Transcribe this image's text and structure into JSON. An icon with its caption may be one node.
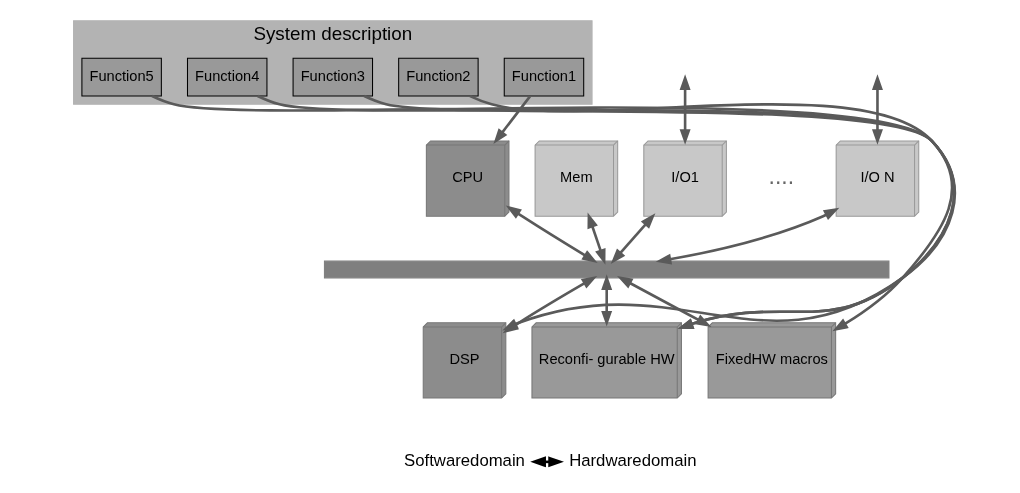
{
  "diagram": {
    "nodes": [
      {
        "text": [
          "System description"
        ]
      },
      {
        "text": [
          "Function1"
        ],
        "in": 0
      },
      {
        "text": [
          "Function2"
        ],
        "in": 0
      },
      {
        "text": [
          "Function3"
        ],
        "in": 0
      },
      {
        "text": [
          "Function4"
        ],
        "in": 0
      },
      {
        "text": [
          "Function5"
        ],
        "in": 0
      },
      {
        "text": [
          "CPU"
        ]
      },
      {
        "text": [
          "Mem"
        ]
      },
      {
        "text": [
          "I/O1"
        ]
      },
      {
        "text": [
          "I/O N"
        ]
      },
      {
        "text": [],
        "shape": "bar"
      },
      {
        "text": [
          "DSP"
        ]
      },
      {
        "text": [
          "Reconfi- gurable HW"
        ]
      },
      {
        "text": [
          "FixedHW macros"
        ]
      },
      {
        "text": [
          "Softwaredomain"
        ]
      },
      {
        "text": [
          "Hardwaredomain"
        ]
      }
    ],
    "edges": [
      {
        "from": 1,
        "to": 6,
        "arrow": "to"
      },
      {
        "from": 2,
        "to": 13,
        "arrow": "to"
      },
      {
        "from": 3,
        "to": 12,
        "arrow": "to"
      },
      {
        "from": 4,
        "to": 12,
        "arrow": "to"
      },
      {
        "from": 5,
        "to": 11,
        "arrow": "to"
      },
      {
        "from": null,
        "to": 8,
        "arrow": "both"
      },
      {
        "from": null,
        "to": 9,
        "arrow": "both"
      },
      {
        "from": 6,
        "to": 10,
        "arrow": "both"
      },
      {
        "from": 7,
        "to": 10,
        "arrow": "both"
      },
      {
        "from": 8,
        "to": 10,
        "arrow": "both"
      },
      {
        "from": 9,
        "to": 10,
        "arrow": "both"
      },
      {
        "from": 10,
        "to": 11,
        "arrow": "both"
      },
      {
        "from": 10,
        "to": 12,
        "arrow": "both"
      },
      {
        "from": 10,
        "to": 13,
        "arrow": "both"
      },
      {
        "from": 14,
        "to": 15,
        "arrow": "both",
        "color": "#000000"
      }
    ],
    "labels": [
      "...."
    ]
  }
}
